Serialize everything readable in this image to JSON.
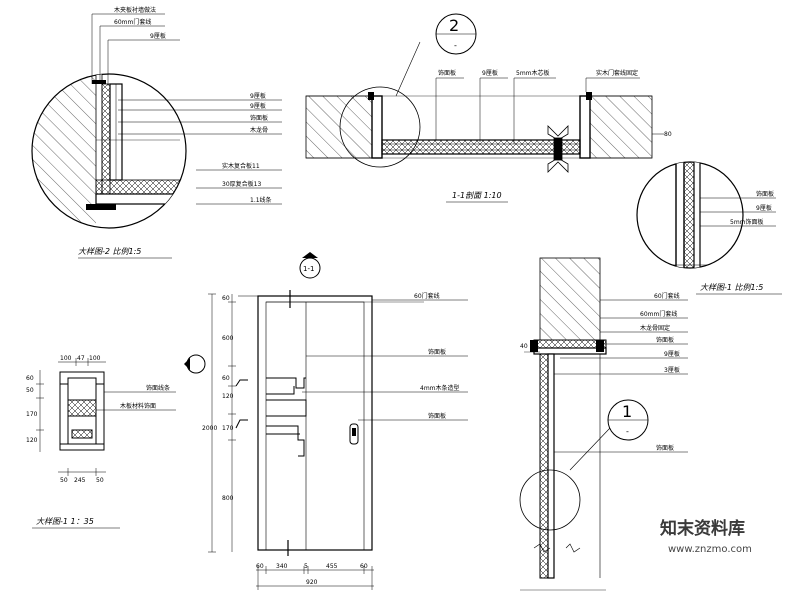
{
  "detail2": {
    "caption": "大样图-2  比例1:5",
    "labels": [
      "木夹板衬墙做法",
      "60mm门套线",
      "9厘板",
      "9厘板",
      "9厘板",
      "饰面板",
      "木龙骨",
      "实木复合板11",
      "30厚复合板13",
      "1.1线条"
    ]
  },
  "section": {
    "caption": "1-1剖面  1:10",
    "labels": [
      "饰面板",
      "9厘板",
      "5mm木芯板",
      "实木门套线固定",
      "80"
    ],
    "callout": "2",
    "callout_sub": "-"
  },
  "detail1": {
    "caption": "大样图-1  比例1:5",
    "labels": [
      "饰面板",
      "9厘板",
      "5mm饰面板"
    ]
  },
  "frame_detail": {
    "caption": "大样图-1 1：35",
    "top_dims": [
      "100",
      "47",
      "100"
    ],
    "left_dims": [
      "60",
      "50",
      "170",
      "120"
    ],
    "bottom_dims": [
      "50",
      "245",
      "50"
    ],
    "labels": [
      "饰面线条",
      "木板材料饰面"
    ]
  },
  "door_elevation": {
    "callout": "1-1",
    "height_dims": [
      "60",
      "600",
      "60",
      "120",
      "170",
      "800"
    ],
    "total_height": "2000",
    "width_dims": [
      "60",
      "340",
      "5",
      "455",
      "60"
    ],
    "total_width": "920",
    "labels": [
      "60门套线",
      "饰面板",
      "4mm木条造型",
      "饰面板"
    ]
  },
  "jamb_section": {
    "callout": "1",
    "callout_sub": "-",
    "dim": "40",
    "labels": [
      "60门套线",
      "60mm门套线",
      "木龙骨固定",
      "饰面板",
      "9厘板",
      "3厘板",
      "饰面板"
    ]
  },
  "watermark": {
    "brand": "知末资料库",
    "url": "www.znzmo.com"
  }
}
